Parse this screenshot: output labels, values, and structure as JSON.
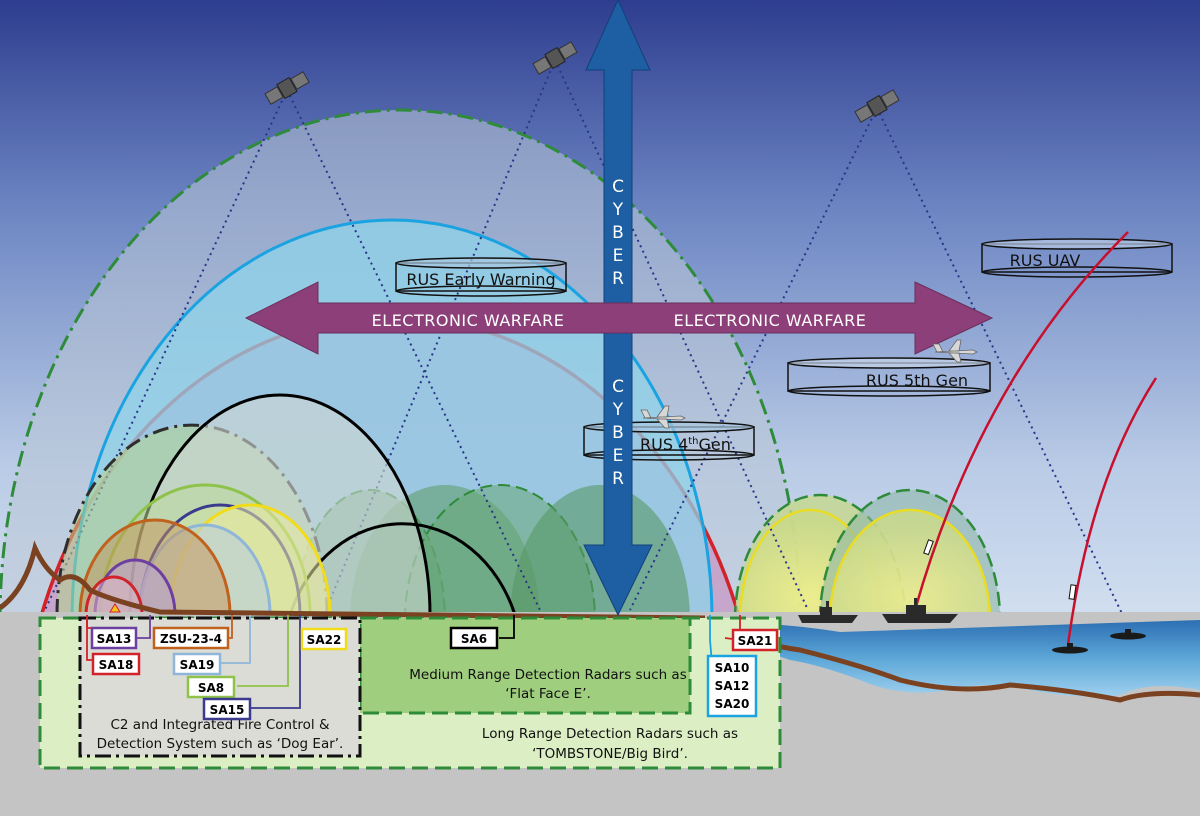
{
  "colors": {
    "sky_top": "#2e3d8f",
    "sky_bottom": "#b9cbe6",
    "ground": "#c4c4c4",
    "terrain": "#7b4221",
    "cyber_arrow": "#1e5ea3",
    "ew_arrow": "#8c3f78",
    "long_range_zone": "#dcefc4",
    "medium_range_zone": "#9fcf7e",
    "sea": "#5ca7d8"
  },
  "arrows": {
    "cyber_top": "CYBER",
    "cyber_bottom": "CYBER",
    "ew_left": "ELECTRONIC WARFARE",
    "ew_right": "ELECTRONIC WARFARE"
  },
  "layers": {
    "early_warning": "RUS Early Warning",
    "uav": "RUS UAV",
    "fifth_gen": "RUS  5th Gen",
    "fourth_gen_main": "RUS 4",
    "fourth_gen_sup": "th",
    "fourth_gen_tail": "Gen"
  },
  "systems": {
    "sa13": "SA13",
    "zsu": "ZSU-23-4",
    "sa18": "SA18",
    "sa19": "SA19",
    "sa8": "SA8",
    "sa15": "SA15",
    "sa22": "SA22",
    "sa6": "SA6",
    "sa21": "SA21",
    "sa10": "SA10",
    "sa12": "SA12",
    "sa20": "SA20"
  },
  "zones": {
    "c2_line1": "C2 and Integrated Fire Control &",
    "c2_line2": "Detection System such as ‘Dog Ear’.",
    "medium_line1": "Medium Range Detection Radars such as",
    "medium_line2": "‘Flat Face E’.",
    "long_line1": "Long Range Detection Radars such as",
    "long_line2": "‘TOMBSTONE/Big Bird’."
  },
  "icons": {
    "satellite": "satellite-icon",
    "fighter": "fighter-jet-icon",
    "ship": "warship-icon",
    "submarine": "submarine-icon"
  }
}
